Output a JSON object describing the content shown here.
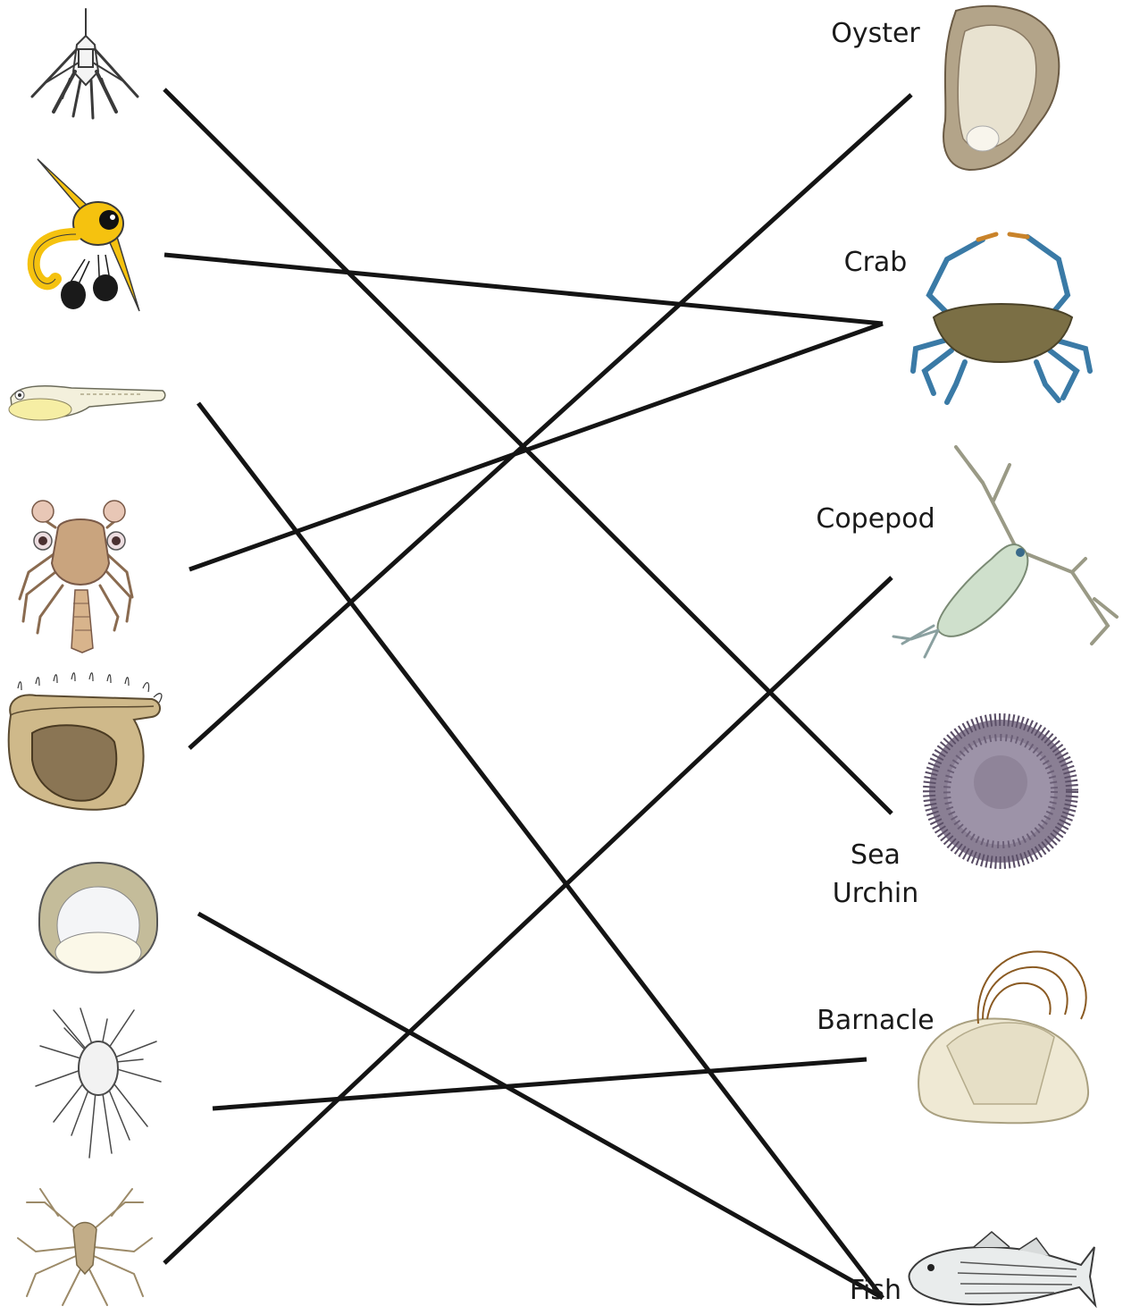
{
  "colors": {
    "line": "#141414",
    "label": "#1a1a1a",
    "stroke": "#3a3a3a"
  },
  "larvae": [
    {
      "id": "sea-urchin-larva",
      "icon": "pluteus-larva-gray"
    },
    {
      "id": "crab-zoea",
      "icon": "zoea-larva-yellow"
    },
    {
      "id": "fish-larva",
      "icon": "yolk-sac-fish-larva"
    },
    {
      "id": "crab-megalopa",
      "icon": "megalopa-larva-tan"
    },
    {
      "id": "oyster-veliger",
      "icon": "veliger-larva-brown"
    },
    {
      "id": "trochophore",
      "icon": "trochophore-larva"
    },
    {
      "id": "barnacle-cyprid",
      "icon": "spiny-larva-gray"
    },
    {
      "id": "copepod-nauplius",
      "icon": "nauplius-larva-tan"
    }
  ],
  "adults": [
    {
      "id": "oyster",
      "label": "Oyster",
      "icon": "oyster-icon"
    },
    {
      "id": "crab",
      "label": "Crab",
      "icon": "blue-crab-icon"
    },
    {
      "id": "copepod",
      "label": "Copepod",
      "icon": "copepod-icon"
    },
    {
      "id": "sea-urchin",
      "label_lines": [
        "Sea",
        "Urchin"
      ],
      "icon": "sea-urchin-icon"
    },
    {
      "id": "barnacle",
      "label": "Barnacle",
      "icon": "barnacle-icon"
    },
    {
      "id": "fish",
      "label": "Fish",
      "icon": "striped-bass-icon"
    }
  ],
  "matches": [
    {
      "from": "sea-urchin-larva",
      "to": "sea-urchin"
    },
    {
      "from": "crab-zoea",
      "to": "crab"
    },
    {
      "from": "fish-larva",
      "to": "fish"
    },
    {
      "from": "crab-megalopa",
      "to": "crab"
    },
    {
      "from": "oyster-veliger",
      "to": "oyster"
    },
    {
      "from": "trochophore",
      "to": "fish"
    },
    {
      "from": "barnacle-cyprid",
      "to": "barnacle"
    },
    {
      "from": "copepod-nauplius",
      "to": "copepod"
    }
  ]
}
